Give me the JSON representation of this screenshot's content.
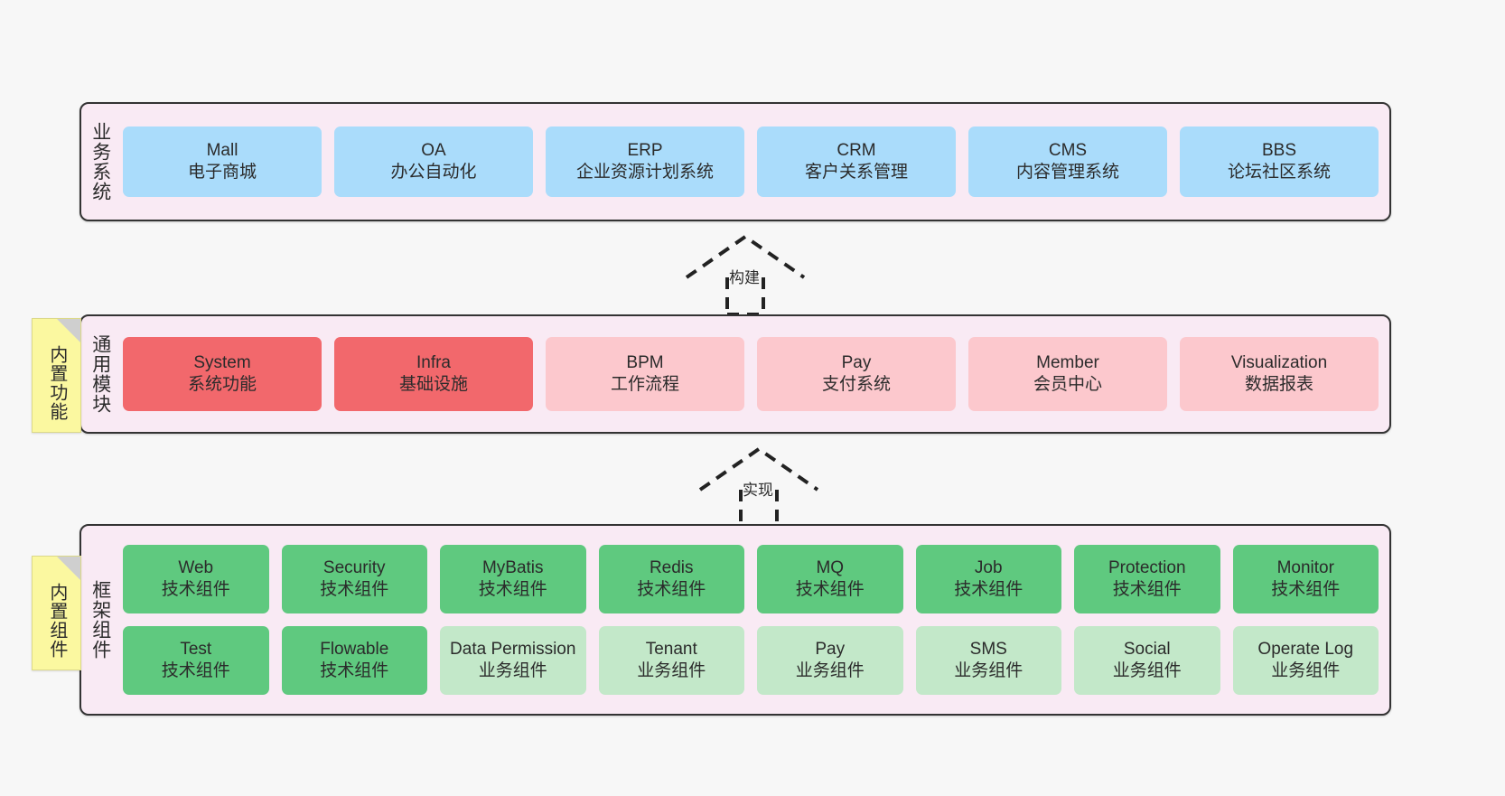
{
  "diagram": {
    "background_color": "#f7f7f7",
    "panel_color": "#f9eaf4",
    "panel_border_color": "#333333",
    "note_color": "#fbf8a0"
  },
  "notes": [
    {
      "label": "内置功能",
      "name": "builtin-features-note"
    },
    {
      "label": "内置组件",
      "name": "builtin-components-note"
    }
  ],
  "connectors": [
    {
      "label": "构建",
      "name": "build-connector"
    },
    {
      "label": "实现",
      "name": "implement-connector"
    }
  ],
  "layers": [
    {
      "id": "business-systems",
      "title": "业务系统",
      "cards": [
        {
          "en": "Mall",
          "cn": "电子商城",
          "color": "#aadcfb"
        },
        {
          "en": "OA",
          "cn": "办公自动化",
          "color": "#aadcfb"
        },
        {
          "en": "ERP",
          "cn": "企业资源计划系统",
          "color": "#aadcfb"
        },
        {
          "en": "CRM",
          "cn": "客户关系管理",
          "color": "#aadcfb"
        },
        {
          "en": "CMS",
          "cn": "内容管理系统",
          "color": "#aadcfb"
        },
        {
          "en": "BBS",
          "cn": "论坛社区系统",
          "color": "#aadcfb"
        }
      ]
    },
    {
      "id": "common-modules",
      "title": "通用模块",
      "cards": [
        {
          "en": "System",
          "cn": "系统功能",
          "color": "#f2686c"
        },
        {
          "en": "Infra",
          "cn": "基础设施",
          "color": "#f2686c"
        },
        {
          "en": "BPM",
          "cn": "工作流程",
          "color": "#fcc8cd"
        },
        {
          "en": "Pay",
          "cn": "支付系统",
          "color": "#fcc8cd"
        },
        {
          "en": "Member",
          "cn": "会员中心",
          "color": "#fcc8cd"
        },
        {
          "en": "Visualization",
          "cn": "数据报表",
          "color": "#fcc8cd"
        }
      ]
    },
    {
      "id": "framework-components",
      "title": "框架组件",
      "rows": [
        [
          {
            "en": "Web",
            "cn": "技术组件",
            "color": "#5fc97f"
          },
          {
            "en": "Security",
            "cn": "技术组件",
            "color": "#5fc97f"
          },
          {
            "en": "MyBatis",
            "cn": "技术组件",
            "color": "#5fc97f"
          },
          {
            "en": "Redis",
            "cn": "技术组件",
            "color": "#5fc97f"
          },
          {
            "en": "MQ",
            "cn": "技术组件",
            "color": "#5fc97f"
          },
          {
            "en": "Job",
            "cn": "技术组件",
            "color": "#5fc97f"
          },
          {
            "en": "Protection",
            "cn": "技术组件",
            "color": "#5fc97f"
          },
          {
            "en": "Monitor",
            "cn": "技术组件",
            "color": "#5fc97f"
          }
        ],
        [
          {
            "en": "Test",
            "cn": "技术组件",
            "color": "#5fc97f"
          },
          {
            "en": "Flowable",
            "cn": "技术组件",
            "color": "#5fc97f"
          },
          {
            "en": "Data Permission",
            "cn": "业务组件",
            "color": "#c3e8c9"
          },
          {
            "en": "Tenant",
            "cn": "业务组件",
            "color": "#c3e8c9"
          },
          {
            "en": "Pay",
            "cn": "业务组件",
            "color": "#c3e8c9"
          },
          {
            "en": "SMS",
            "cn": "业务组件",
            "color": "#c3e8c9"
          },
          {
            "en": "Social",
            "cn": "业务组件",
            "color": "#c3e8c9"
          },
          {
            "en": "Operate Log",
            "cn": "业务组件",
            "color": "#c3e8c9"
          }
        ]
      ]
    }
  ]
}
